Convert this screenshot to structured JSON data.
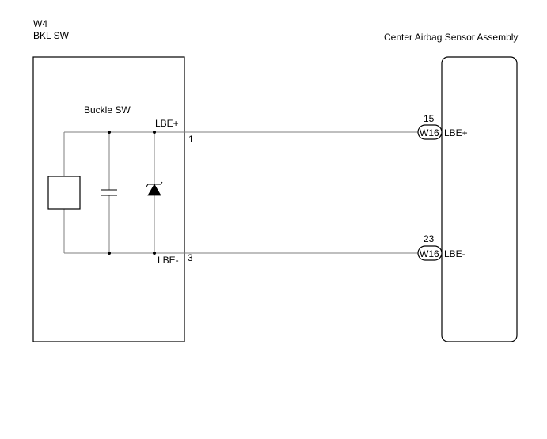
{
  "left_component": {
    "code": "W4",
    "name": "BKL SW",
    "inner_label": "Buckle SW",
    "pins": [
      {
        "signal": "LBE+",
        "number": "1"
      },
      {
        "signal": "LBE-",
        "number": "3"
      }
    ]
  },
  "right_component": {
    "name": "Center Airbag Sensor Assembly",
    "pins": [
      {
        "number": "15",
        "connector": "W16",
        "signal": "LBE+"
      },
      {
        "number": "23",
        "connector": "W16",
        "signal": "LBE-"
      }
    ]
  },
  "colors": {
    "line": "#000000",
    "wire": "#7f7f7f",
    "background": "#ffffff"
  }
}
